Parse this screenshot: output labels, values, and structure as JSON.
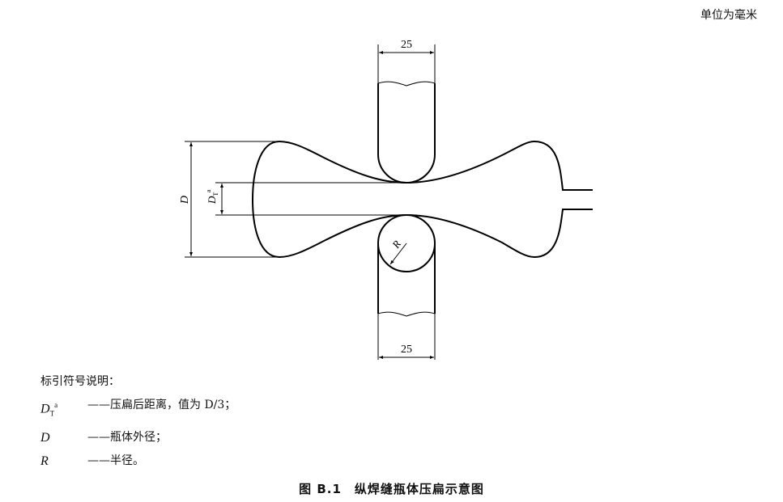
{
  "unit_note": "单位为毫米",
  "diagram": {
    "dim_top": "25",
    "dim_bottom": "25",
    "dim_D": "D",
    "dim_DT": "D",
    "dim_DT_sub": "T",
    "dim_DT_sup": "a",
    "dim_R": "R"
  },
  "legend": {
    "title": "标引符号说明：",
    "items": [
      {
        "symbol": "D",
        "sub": "T",
        "sup": "a",
        "text": "——压扁后距离，值为 D/3；"
      },
      {
        "symbol": "D",
        "text": "——瓶体外径；"
      },
      {
        "symbol": "R",
        "text": "——半径。"
      }
    ]
  },
  "caption": "图 B.1　纵焊缝瓶体压扁示意图"
}
